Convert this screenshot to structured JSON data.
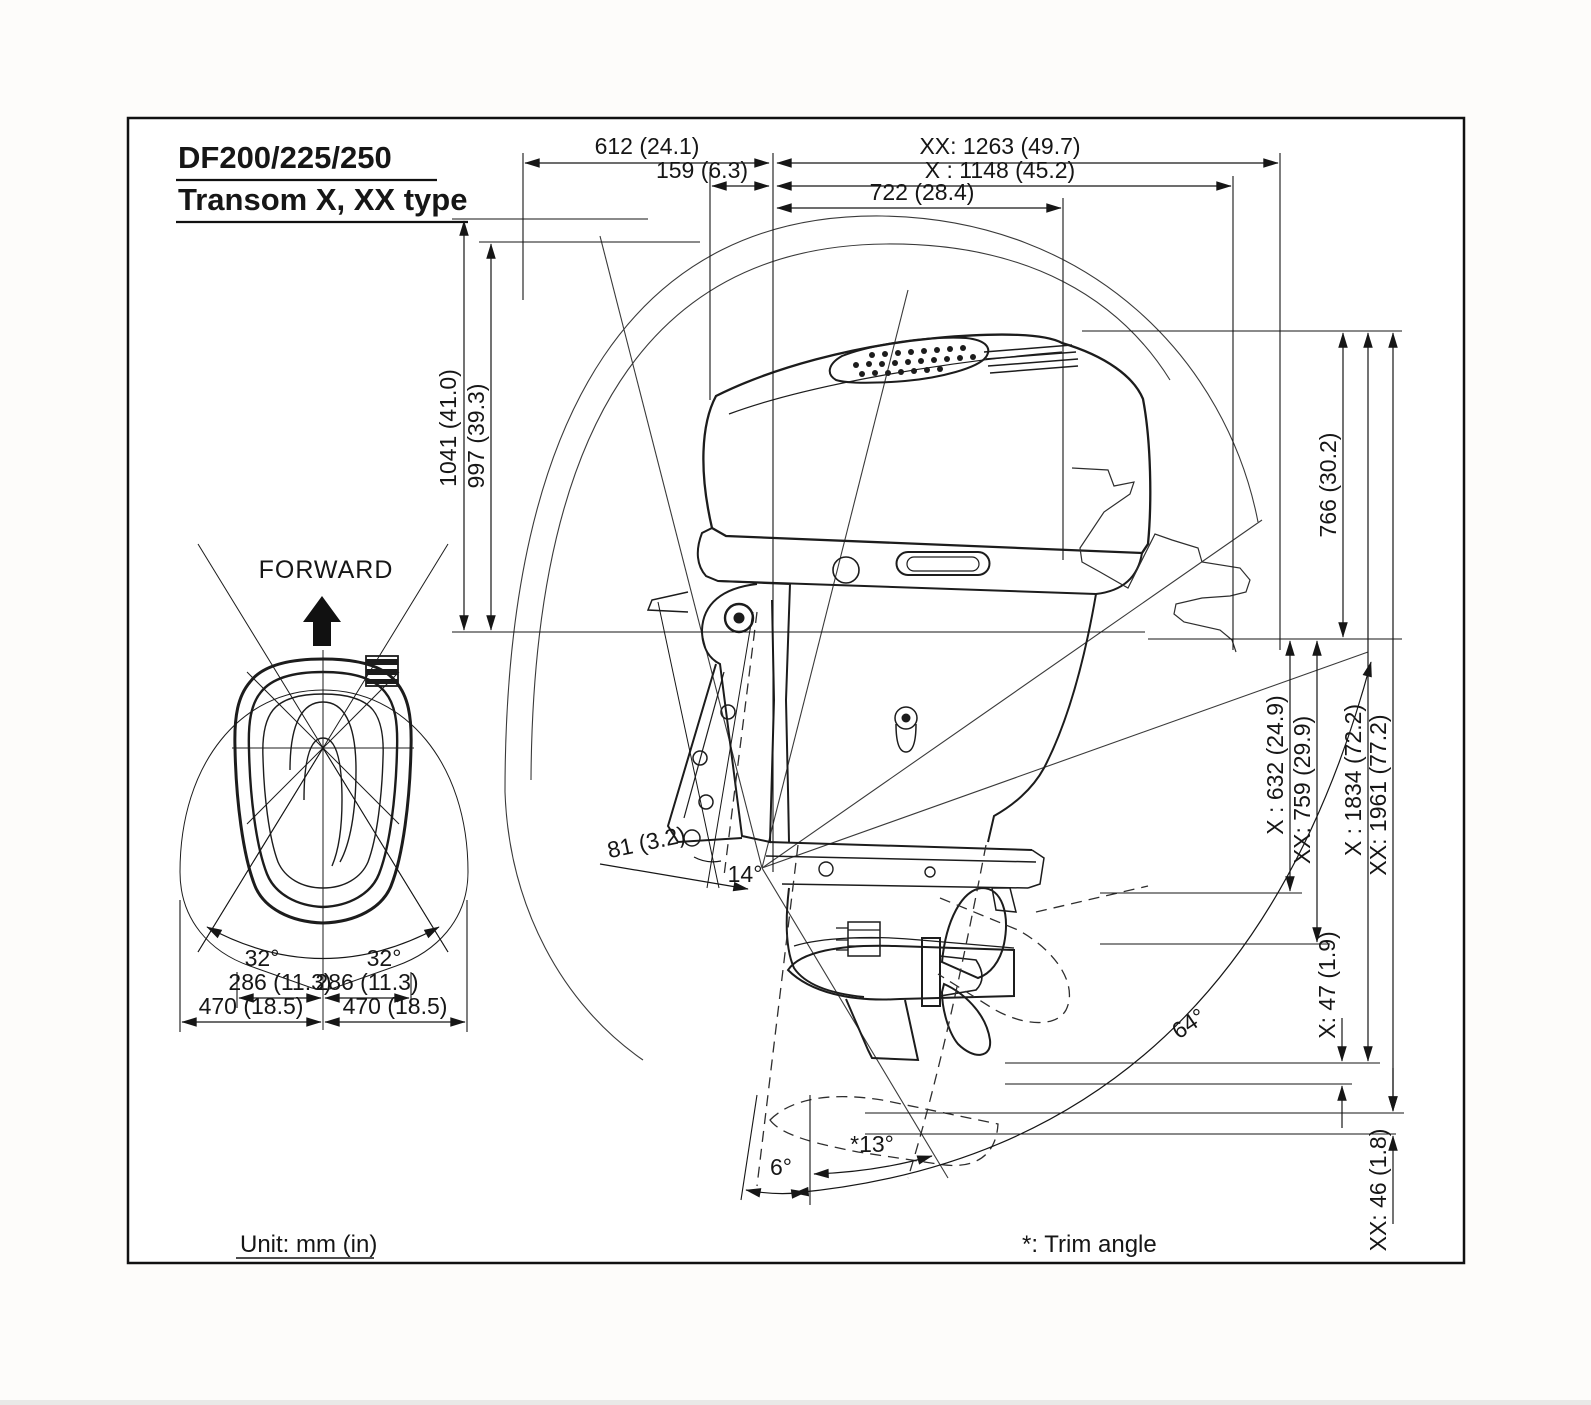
{
  "title": {
    "model": "DF200/225/250",
    "type": "Transom X, XX type"
  },
  "labels": {
    "forward": "FORWARD",
    "unit": "Unit: mm (in)",
    "trim_note": "*: Trim angle"
  },
  "dims": {
    "top": {
      "w612": "612 (24.1)",
      "w159": "159 (6.3)",
      "xx1263": "XX: 1263 (49.7)",
      "x1148": "X : 1148 (45.2)",
      "w722": "722 (28.4)"
    },
    "left": {
      "h1041": "1041 (41.0)",
      "h997": "997 (39.3)"
    },
    "right": {
      "h766": "766 (30.2)",
      "x632": "X : 632 (24.9)",
      "xx759": "XX: 759 (29.9)",
      "x1834": "X : 1834 (72.2)",
      "xx1961": "XX: 1961 (77.2)",
      "x47": "X: 47 (1.9)",
      "xx46": "XX: 46 (1.8)"
    },
    "front": {
      "angle_left": "32°",
      "angle_right": "32°",
      "half_left": "286 (11.3)",
      "half_right": "286 (11.3)",
      "full_left": "470 (18.5)",
      "full_right": "470 (18.5)"
    },
    "side_angles": {
      "offset81": "81 (3.2)",
      "tilt14": "14°",
      "trim6": "6°",
      "trim13": "*13°",
      "tilt64": "64°"
    }
  },
  "colors": {
    "line": "#1c1c1c",
    "paper": "#fdfcfa"
  }
}
